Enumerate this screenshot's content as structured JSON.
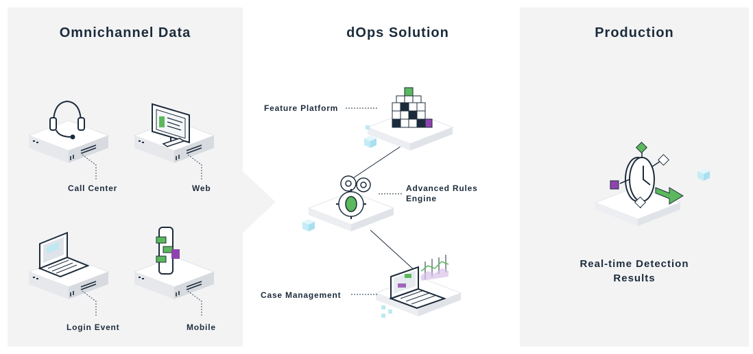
{
  "columns": {
    "left": {
      "title": "Omnichannel Data"
    },
    "middle": {
      "title": "dOps Solution"
    },
    "right": {
      "title": "Production"
    }
  },
  "channels": [
    {
      "label": "Call Center",
      "icon": "headset-icon"
    },
    {
      "label": "Web",
      "icon": "monitor-icon"
    },
    {
      "label": "Login Event",
      "icon": "laptop-icon"
    },
    {
      "label": "Mobile",
      "icon": "smartphone-icon"
    }
  ],
  "solution": [
    {
      "label": "Feature Platform",
      "icon": "cube-grid-icon"
    },
    {
      "label": "Advanced Rules Engine",
      "icon": "gears-icon"
    },
    {
      "label": "Case Management",
      "icon": "dashboard-laptop-icon"
    }
  ],
  "production": {
    "label": "Real-time Detection Results",
    "icon": "clock-arrow-icon"
  },
  "colors": {
    "panel": "#f3f3f4",
    "text": "#1c2b3b",
    "accent_green": "#5cb85c",
    "accent_purple": "#8e44ad",
    "accent_blue": "#bfe8f2",
    "line": "#34495e"
  }
}
